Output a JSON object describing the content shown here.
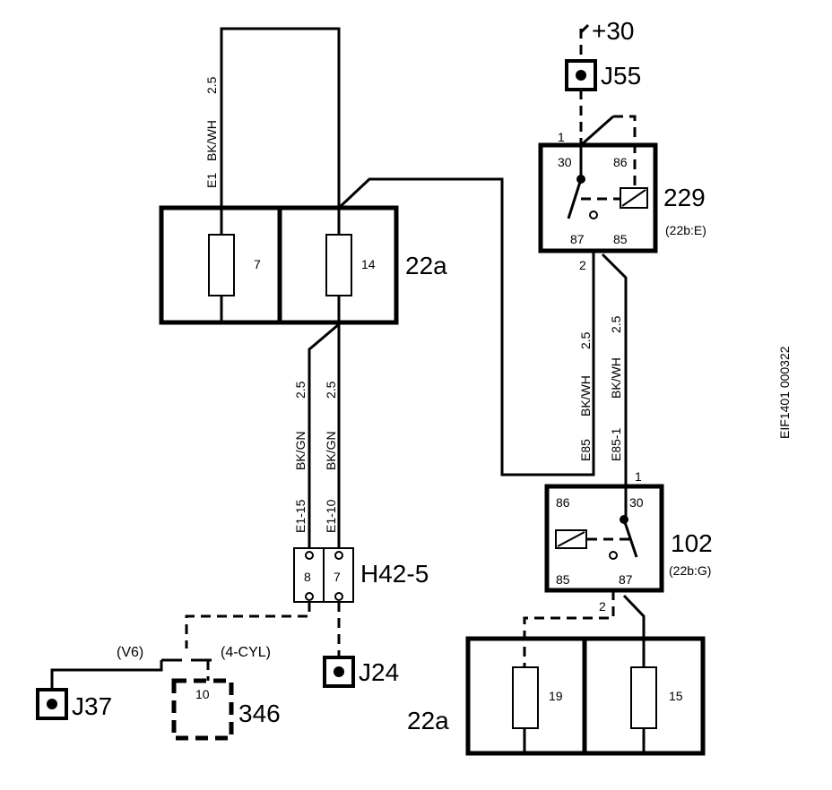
{
  "supply": {
    "label": "+30"
  },
  "grounds": {
    "j55": "J55",
    "j37": "J37",
    "j24": "J24"
  },
  "fusebox_top": {
    "label": "22a",
    "fuses": [
      {
        "number": "7"
      },
      {
        "number": "14"
      }
    ]
  },
  "fusebox_bottom": {
    "label": "22a",
    "fuses": [
      {
        "number": "19"
      },
      {
        "number": "15"
      }
    ]
  },
  "relay_229": {
    "id": "229",
    "ref": "(22b:E)",
    "pins": {
      "p30": "30",
      "p86": "86",
      "p87": "87",
      "p85": "85"
    },
    "conn_in": "1",
    "conn_out": "2"
  },
  "relay_102": {
    "id": "102",
    "ref": "(22b:G)",
    "pins": {
      "p86": "86",
      "p30": "30",
      "p85": "85",
      "p87": "87"
    },
    "conn_in": "1",
    "conn_out": "2"
  },
  "connector_h42": {
    "id": "H42-5",
    "pins": [
      "8",
      "7"
    ]
  },
  "component_346": {
    "id": "346",
    "pin": "10"
  },
  "variants": {
    "v6": "(V6)",
    "cyl4": "(4-CYL)"
  },
  "wires": {
    "e1": {
      "name": "E1",
      "color": "BK/WH",
      "size": "2.5"
    },
    "e1_15": {
      "name": "E1-15",
      "color": "BK/GN",
      "size": "2.5"
    },
    "e1_10": {
      "name": "E1-10",
      "color": "BK/GN",
      "size": "2.5"
    },
    "e85": {
      "name": "E85",
      "color": "BK/WH",
      "size": "2.5"
    },
    "e85_1": {
      "name": "E85-1",
      "color": "BK/WH",
      "size": "2.5"
    }
  },
  "figure_code": "EIF1401 000322"
}
